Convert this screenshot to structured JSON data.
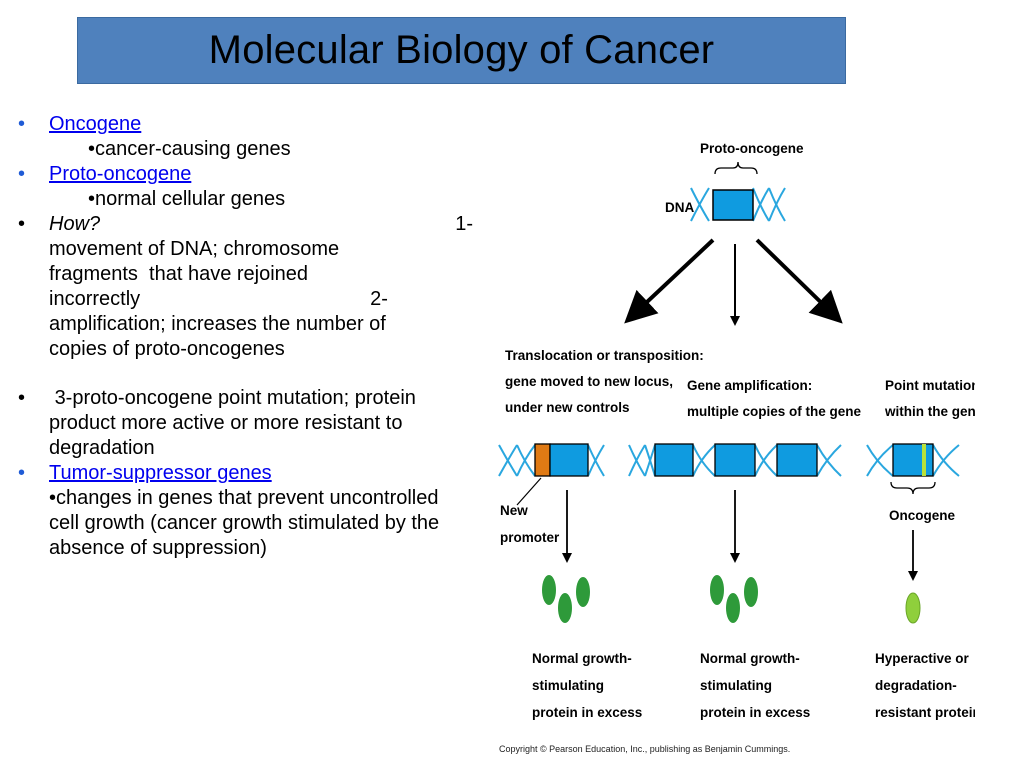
{
  "slide": {
    "title": "Molecular Biology of Cancer",
    "items": [
      {
        "term": "Oncogene",
        "desc": "•cancer-causing genes"
      },
      {
        "term": "Proto-oncogene",
        "desc": "•normal cellular genes"
      },
      {
        "how_label": "How?",
        "how_num": "1-",
        "line2": "movement of DNA; chromosome",
        "line3": "fragments  that have rejoined",
        "line4_a": "incorrectly",
        "line4_b": "2-",
        "line5": "amplification; increases the number of",
        "line6": "copies of proto-oncogenes"
      },
      {
        "text": " 3-proto-oncogene point mutation; protein product more active or more resistant to degradation"
      },
      {
        "term": "Tumor-suppressor genes",
        "desc": "•changes in genes that prevent uncontrolled cell growth (cancer growth stimulated by the absence of suppression)"
      }
    ],
    "bullet_symbol": "•"
  },
  "figure": {
    "top_label": "Proto-oncogene",
    "dna_label": "DNA",
    "col1": {
      "line1": "Translocation or transposition:",
      "line2": "gene moved to new locus,",
      "line3": "under new controls",
      "promoter1": "New",
      "promoter2": "promoter",
      "out1": "Normal growth-",
      "out2": "stimulating",
      "out3": "protein in excess"
    },
    "col2": {
      "line1": "Gene amplification:",
      "line2": "multiple copies of the gene",
      "out1": "Normal growth-",
      "out2": "stimulating",
      "out3": "protein in excess"
    },
    "col3": {
      "line1": "Point mutation",
      "line2": "within the gene",
      "oncogene": "Oncogene",
      "out1": "Hyperactive or",
      "out2": "degradation-",
      "out3": "resistant protein"
    },
    "copyright": "Copyright © Pearson Education, Inc., publishing as Benjamin Cummings.",
    "colors": {
      "gene": "#0f9be0",
      "dna": "#2aa7df",
      "promoter": "#e07a14",
      "protein": "#2e9a3a",
      "mutant_protein": "#8fcf3c",
      "mutation_mark": "#b9e23a"
    }
  }
}
